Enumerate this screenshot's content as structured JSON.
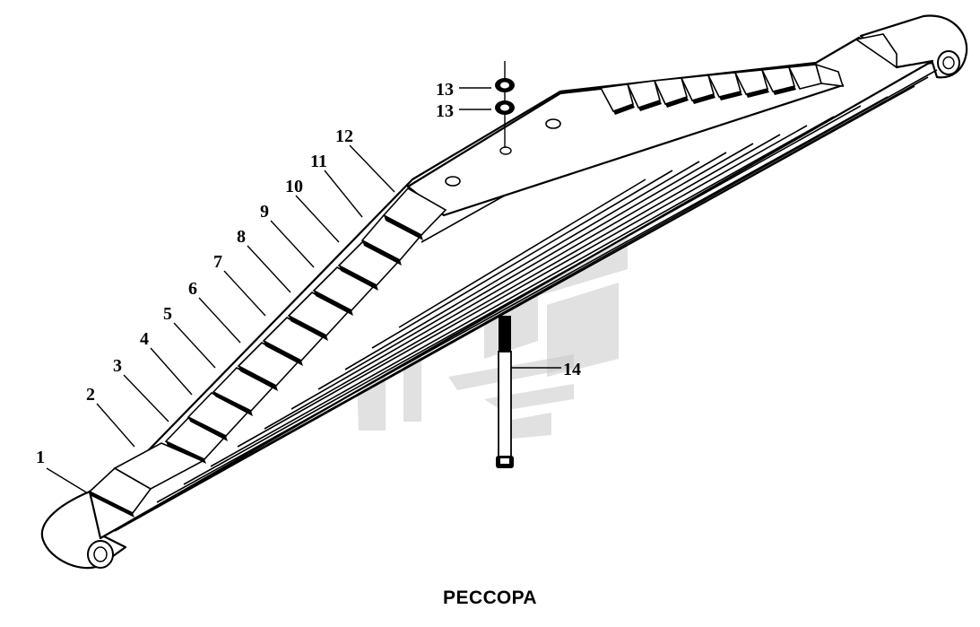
{
  "title": "РЕССОРА",
  "callouts": {
    "c1": "1",
    "c2": "2",
    "c3": "3",
    "c4": "4",
    "c5": "5",
    "c6": "6",
    "c7": "7",
    "c8": "8",
    "c9": "9",
    "c10": "10",
    "c11": "11",
    "c12": "12",
    "c13a": "13",
    "c13b": "13",
    "c14": "14"
  },
  "colors": {
    "ink": "#000000",
    "watermark": "#c8c8c8",
    "background": "#ffffff"
  }
}
